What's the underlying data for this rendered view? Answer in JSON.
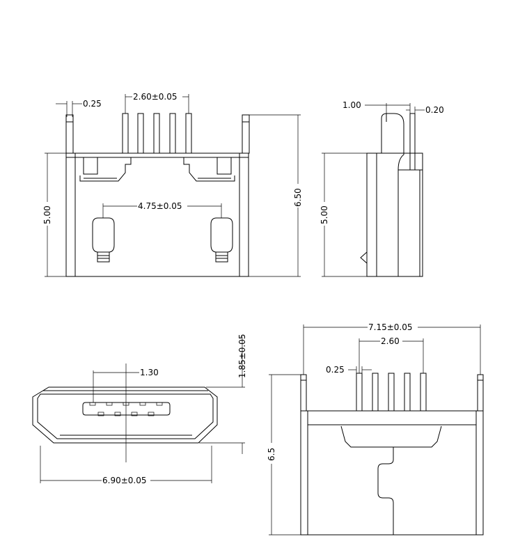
{
  "views": {
    "front": {
      "dim_top_left": "0.25",
      "dim_pitch": "2.60±0.05",
      "dim_post_span": "4.75±0.05",
      "dim_body_height": "5.00",
      "dim_total_height": "6.50"
    },
    "side": {
      "dim_pin_offset": "1.00",
      "dim_pin_thickness": "0.20",
      "dim_body_height": "5.00"
    },
    "plug_face": {
      "dim_pin_offset": "1.30",
      "dim_face_height": "1.85±0.05",
      "dim_face_width": "6.90±0.05"
    },
    "top": {
      "dim_overall_width": "7.15±0.05",
      "dim_pitch": "2.60",
      "dim_pin_width": "0.25",
      "dim_height": "6.5"
    }
  }
}
